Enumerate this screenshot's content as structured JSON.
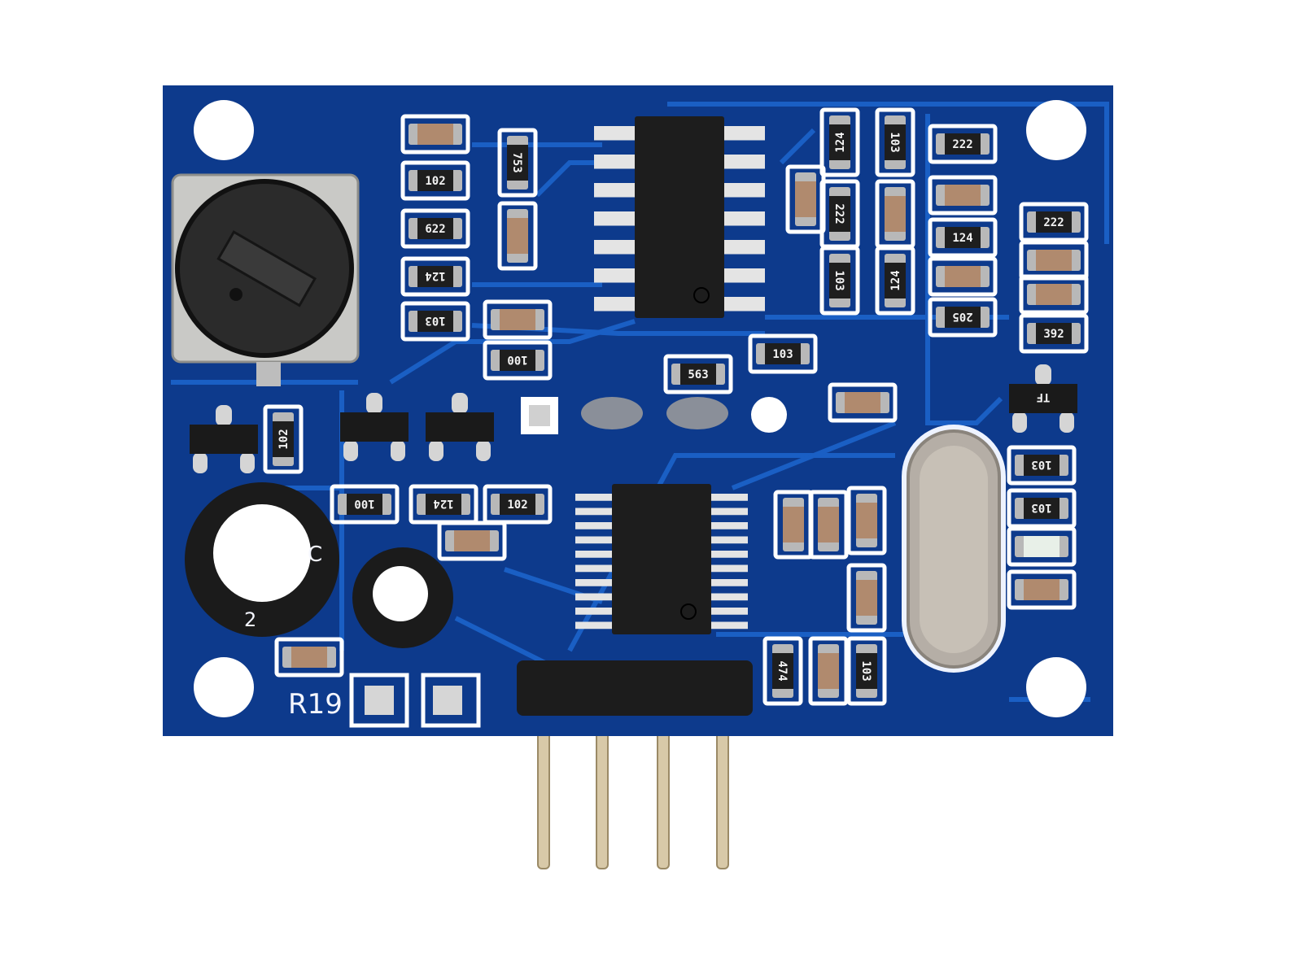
{
  "board": {
    "colors": {
      "pcb": "#0d3a8c",
      "trace": "#1a5fc4",
      "silkscreen": "#ffffff",
      "solder": "#c8c8c8",
      "ic": "#1a1a1a",
      "capacitor": "#b08a6e"
    },
    "silkscreen_label": "R19",
    "resistor_markings": [
      "102",
      "622",
      "124",
      "103",
      "100",
      "563",
      "103",
      "222",
      "124",
      "205",
      "222",
      "392",
      "103",
      "103",
      "100",
      "124",
      "102",
      "753",
      "124",
      "103",
      "222",
      "103",
      "124",
      "102",
      "474",
      "103"
    ],
    "transistor_markings": [
      "TF"
    ],
    "capacitor_markings": [
      "C",
      "2"
    ]
  }
}
